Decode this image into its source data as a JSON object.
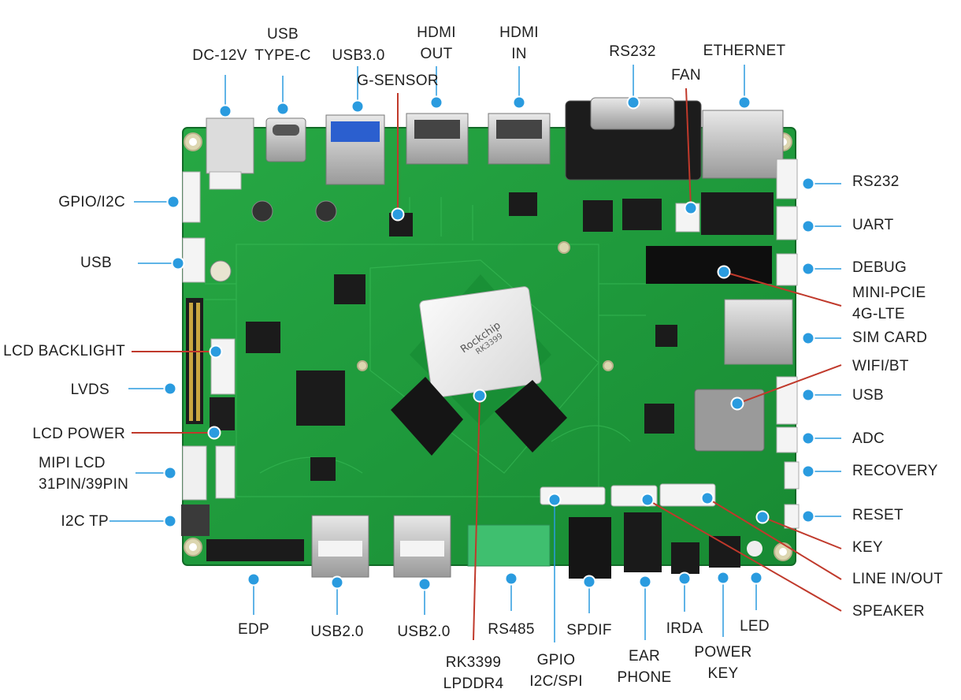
{
  "chip": {
    "brand": "Rockchip",
    "model": "RK3399"
  },
  "colors": {
    "board": "#1f9a3c",
    "board_dark": "#137a2c",
    "dot": "#2a9bdf",
    "red_line": "#c0392b",
    "blue_line": "#2a9bdf",
    "label": "#1f1f1f"
  },
  "labels": {
    "dc12v": "DC-12V",
    "usb_typec": [
      "USB",
      "TYPE-C"
    ],
    "usb30": "USB3.0",
    "gsensor": "G-SENSOR",
    "hdmi_out": [
      "HDMI",
      "OUT"
    ],
    "hdmi_in": [
      "HDMI",
      "IN"
    ],
    "rs232_top": "RS232",
    "fan": "FAN",
    "ethernet": "ETHERNET",
    "gpio_i2c": "GPIO/I2C",
    "usb_left": "USB",
    "lcd_backlight": "LCD BACKLIGHT",
    "lvds": "LVDS",
    "lcd_power": "LCD POWER",
    "mipi_lcd": [
      "MIPI LCD",
      "31PIN/39PIN"
    ],
    "i2c_tp": "I2C TP",
    "edp": "EDP",
    "usb20_a": "USB2.0",
    "usb20_b": "USB2.0",
    "rs485": "RS485",
    "rk3399": [
      "RK3399",
      "LPDDR4"
    ],
    "gpio_spi": [
      "GPIO",
      "I2C/SPI"
    ],
    "spdif": "SPDIF",
    "earphone": [
      "EAR",
      "PHONE"
    ],
    "irda": "IRDA",
    "power_key": [
      "POWER",
      "KEY"
    ],
    "led": "LED",
    "rs232_right": "RS232",
    "uart": "UART",
    "debug": "DEBUG",
    "mini_pcie": [
      "MINI-PCIE",
      "4G-LTE"
    ],
    "sim_card": "SIM CARD",
    "wifi_bt": "WIFI/BT",
    "usb_right": "USB",
    "adc": "ADC",
    "recovery": "RECOVERY",
    "reset": "RESET",
    "key": "KEY",
    "line_in_out": "LINE IN/OUT",
    "speaker": "SPEAKER"
  }
}
